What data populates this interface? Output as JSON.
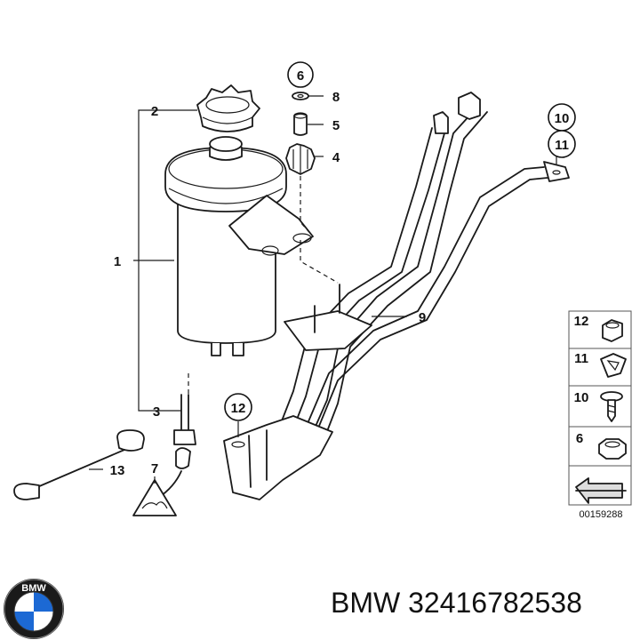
{
  "callouts": {
    "c1": "1",
    "c2": "2",
    "c3": "3",
    "c4": "4",
    "c5": "5",
    "c6": "6",
    "c7": "7",
    "c8": "8",
    "c9": "9",
    "c10": "10",
    "c11": "11",
    "c12": "12",
    "c13": "13"
  },
  "legend": {
    "items": [
      "12",
      "11",
      "10",
      "6"
    ]
  },
  "drawing_code": "00159288",
  "caption": "BMW 32416782538",
  "brand_logo_text": "BMW"
}
